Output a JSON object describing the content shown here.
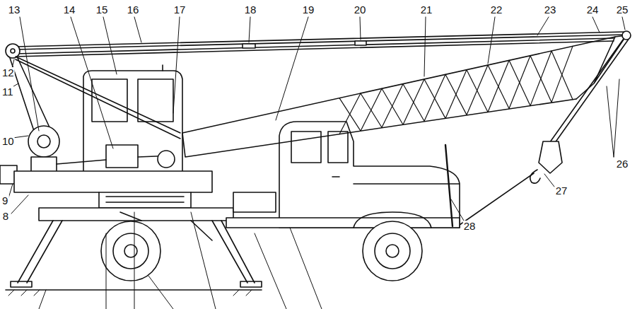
{
  "diagram": {
    "labels": [
      "8",
      "9",
      "10",
      "11",
      "12",
      "13",
      "14",
      "15",
      "16",
      "17",
      "18",
      "19",
      "20",
      "21",
      "22",
      "23",
      "24",
      "25",
      "26",
      "27",
      "28"
    ]
  }
}
